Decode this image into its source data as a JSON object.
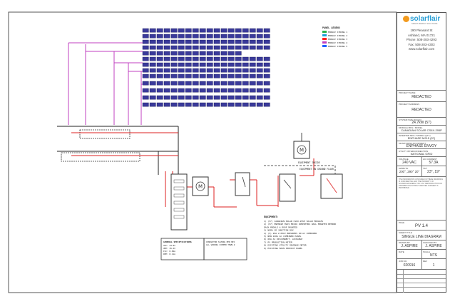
{
  "company": {
    "name": "solarflair",
    "tagline": "SMART ENERGY SOLUTIONS",
    "address_line1": "190 Pleasant St",
    "address_line2": "Ashland, MA 01721",
    "phone": "Phone: 508-283-4293",
    "fax": "Fax: 508-283-4303",
    "web": "www.solarflair.com"
  },
  "title_block": {
    "project_name_label": "PROJECT NAME",
    "project_name": "REDACTED",
    "project_address_label": "PROJECT ADDRESS",
    "project_address": "REDACTED",
    "system_size_label": "SYSTEM SIZE (DC/AC)",
    "system_size": "24.7kW (57)",
    "module_label": "MODULE MFG / MODEL",
    "module": "CANADIAN SOLAR CS6X-295P",
    "inverter_label": "INVERTER MFG / MODEL (QTY)",
    "inverter": "ENPHASE M215 (57)",
    "monitoring_label": "MONITORING EQUIPMENT",
    "monitoring": "ENPHASE ENVOY",
    "utility_label": "UTILITY INTERCONNECTION",
    "utility": "NATIONAL GRID",
    "voltage_label": "VOLTAGE",
    "voltage": "240 VAC",
    "amps_label": "AC CURRENT",
    "amps": "57.3A",
    "az_label": "AZIMUTH",
    "az": "200°, 290° 20°",
    "tilt_label": "TILT",
    "tilt": "23°, 19°",
    "notes": "THE INFORMATION CONTAINED IN THESE DRAWINGS IS CONFIDENTIAL AND THE PROPERTY OF SOLARFLAIR ENERGY INC. ANY REPRODUCTION OR DISTRIBUTION WITHOUT WRITTEN CONSENT IS PROHIBITED.",
    "page_label": "PAGE",
    "page": "PV 1.4",
    "sheet_title_label": "SHEET TITLE",
    "sheet_title": "SINGLE LINE DIAGRAM",
    "drawn_label": "DRAWN BY",
    "drawn": "J. ASPIRE",
    "checked_label": "CHECKED BY",
    "checked": "J. ASPIRE",
    "date_label": "DATE",
    "date": "",
    "scale_label": "SCALE",
    "scale": "NTS",
    "job_label": "JOB NO.",
    "job": "020916",
    "rev_label": "REV",
    "rev": "1"
  },
  "diagram": {
    "legend_title": "PANEL LEGEND",
    "legend_items": [
      "MODULE STRING 1",
      "MODULE STRING 2",
      "MODULE STRING 3",
      "MODULE STRING 4",
      "MODULE STRING 5"
    ],
    "meter_label": "M",
    "equipment_title": "EQUIPMENT:",
    "equipment_notes": [
      "1)  (57) CANADIAN SOLAR CS6X-295P SOLAR MODULES",
      "2)  (57) ENPHASE M215 MICRO INVERTERS RAIL MOUNTED BEHIND",
      "    EACH MODULE & ROOF MOUNTED",
      "3)  NEMA 3R JUNCTION BOX",
      "4)  (5) 20A 2-POLE BREAKERS IN AC COMBINER",
      "5)  NEW 100A AC COMBINER PANEL",
      "6)  60A AC DISCONNECT, LOCKABLE",
      "7)  PV PRODUCTION METER",
      "8)  EXISTING UTILITY REVENUE METER",
      "9)  EXISTING MAIN SERVICE PANEL"
    ],
    "general_title": "GENERAL SPECIFICATIONS",
    "general_notes": [
      "VOC: 44.8V",
      "VMP: 36.4V",
      "ISC: 8.84A",
      "IMP: 8.11A"
    ],
    "conductor_notes": [
      "CONDUCTOR SIZING PER NEC",
      "ALL WIRING COPPER THWN-2"
    ],
    "equipment_inside_label": "EQUIPMENT INSIDE",
    "equipment_ground_label": "EQUIPMENT ON GROUND FLOOR"
  }
}
